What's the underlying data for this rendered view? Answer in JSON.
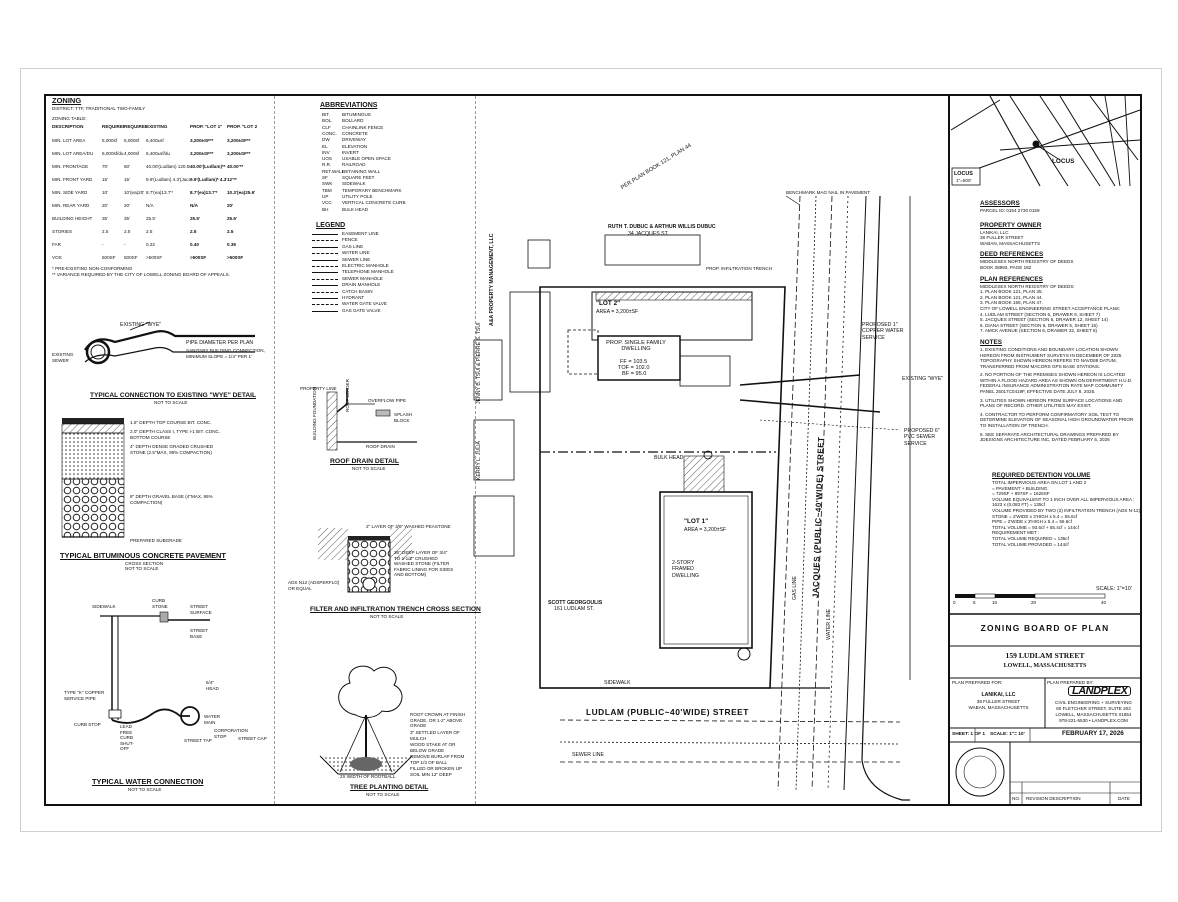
{
  "zoning": {
    "title": "ZONING",
    "district": "DISTRICT: TTF, TRADITIONAL TWO-FAMILY",
    "table_label": "ZONING TABLE:",
    "headers": [
      "DESCRIPTION",
      "REQUIRED 1-2 FAMILY",
      "REQUIRED ALL OTHER",
      "EXISTING",
      "PROP. \"LOT 1\"",
      "PROP. \"LOT 2\""
    ],
    "rows": [
      [
        "MIN. LOT AREA",
        "6,000sf",
        "6,000sf",
        "6,400±sf",
        "3,200±SF**",
        "3,200±SF**"
      ],
      [
        "MIN. LOT AREA/DU",
        "6,000sf/du",
        "4,000sf",
        "6,400±sf/du",
        "3,200±SF**",
        "3,200±SF**"
      ],
      [
        "MIN. FRONTAGE",
        "70'",
        "60'",
        "40.00'(Ludlam) 120.00'(Jacques)",
        "40.00'(Ludlam)** 80.00'(Jacques)",
        "40.00'**"
      ],
      [
        "MIN. FRONT YARD",
        "15'",
        "15'",
        "9.9'(Ludlam) 4.3'(Jacques)",
        "9.9'(Ludlam)* 4.3'(Jacques)*",
        "12'**"
      ],
      [
        "MIN. SIDE YARD",
        "10'",
        "10'(ea)20'",
        "8.7'(ea)13.7'*",
        "8.7'(ea)13.7'*",
        "10.3'(ea)25.6'"
      ],
      [
        "MIN. REAR YARD",
        "20'",
        "20'",
        "N/A",
        "N/A",
        "20'"
      ],
      [
        "BUILDING HEIGHT",
        "35'",
        "35'",
        "25.5'",
        "25.5'",
        "25.6'"
      ],
      [
        "STORIES",
        "2.5",
        "2.5",
        "2.5",
        "2.5",
        "2.5"
      ],
      [
        "FAR",
        "-",
        "-",
        "0.22",
        "0.40",
        "0.39"
      ],
      [
        "VOS",
        "500SF",
        "500SF",
        ">500SF",
        ">500SF",
        ">500SF"
      ]
    ],
    "footnotes": [
      "* PRE-EXISTING NON-CONFORMING",
      "** VARIANCE REQUIRED BY THE CITY OF LOWELL ZONING BOARD OF APPEALS."
    ]
  },
  "abbreviations": {
    "title": "ABBREVIATIONS",
    "items": [
      [
        "BIT.",
        "BITUMINOUS"
      ],
      [
        "BOL.",
        "BOLLARD"
      ],
      [
        "CLF",
        "CHAINLINK FENCE"
      ],
      [
        "CONC.",
        "CONCRETE"
      ],
      [
        "DW",
        "DRIVEWAY"
      ],
      [
        "EL",
        "ELEVATION"
      ],
      [
        "INV",
        "INVERT"
      ],
      [
        "UOS",
        "USABLE OPEN SPACE"
      ],
      [
        "R.R.",
        "RAILROAD"
      ],
      [
        "RET.WALL",
        "RETAINING WALL"
      ],
      [
        "SF",
        "SQUARE FEET"
      ],
      [
        "SWK",
        "SIDEWALK"
      ],
      [
        "TBM",
        "TEMPORARY BENCHMARK"
      ],
      [
        "UP",
        "UTILITY POLE"
      ],
      [
        "VCC",
        "VERTICAL CONCRETE CURB"
      ],
      [
        "BH",
        "BULK HEAD"
      ]
    ]
  },
  "legend": {
    "title": "LEGEND",
    "items": [
      "EASEMENT LINE",
      "FENCE",
      "GAS LINE",
      "WATER LINE",
      "SEWER LINE",
      "ELECTRIC MANHOLE",
      "TELEPHONE MANHOLE",
      "SEWER MANHOLE",
      "DRAIN MANHOLE",
      "CATCH BASIN",
      "HYDRANT",
      "WATER GATE VALVE",
      "GAS GATE VALVE"
    ]
  },
  "details": {
    "wye_title": "TYPICAL CONNECTION TO EXISTING \"WYE\" DETAIL",
    "wye_scale": "NOT TO SCALE",
    "wye_existing": "EXISTING \"WYE\"",
    "wye_pipe": "PIPE DIAMETER PER PLAN",
    "wye_sanitary": "SANITARY BUILDING CONNECTION, MINIMUM SLOPE = 1/4\" PER 1'",
    "wye_sewer": "EXISTING SEWER",
    "pavement_title": "TYPICAL BITUMINOUS CONCRETE PAVEMENT",
    "pavement_scale1": "CROSS SECTION",
    "pavement_scale2": "NOT TO SCALE",
    "pavement_notes": [
      "1.5\" DEPTH TOP COURSE BIT. CONC.",
      "2.0\" DEPTH CLASS I, TYPE I-1 BIT. CONC. BOTTOM COURSE",
      "4\" DEPTH DENSE GRADED CRUSHED STONE (2.5\"MAX, 95% COMPACTION)",
      "8\" DEPTH GRAVEL BASE (4\"MAX, 95% COMPACTION)",
      "PREPARED SUBGRADE"
    ],
    "roof_title": "ROOF DRAIN DETAIL",
    "roof_scale": "NOT TO SCALE",
    "roof_labels": [
      "PROPERTY LINE",
      "OVERFLOW PIPE",
      "BUILDING FOUNDATION",
      "ROOF LEADER",
      "SPLASH BLOCK",
      "ROOF DRAIN"
    ],
    "filter_title": "FILTER AND INFILTRATION TRENCH CROSS SECTION",
    "filter_scale": "NOT TO SCALE",
    "filter_labels": [
      "2\" LAYER OF 3/8\" WASHED PEASTONE",
      "36\" DEEP LAYER OF 3/4\" TO 1-1/2\" CRUSHED WASHED STONE (FILTER FABRIC LINING FOR SIDES AND BOTTOM)",
      "ADS N12 (ADSPERFLO) OR EQUAL"
    ],
    "water_title": "TYPICAL WATER CONNECTION",
    "water_scale": "NOT TO SCALE",
    "water_labels": [
      "SIDEWALK",
      "CURB STONE",
      "STREET SURFACE",
      "STREET BASE",
      "WATER MAIN",
      "TYPE \"K\" COPPER SERVICE PIPE",
      "CORPORATION STOP",
      "STREET TAP",
      "CURB STOP",
      "LEAD FREE CURB SHUT-OFF",
      "STREET CAP",
      "5/4\" HEAD"
    ],
    "tree_title": "TREE PLANTING DETAIL",
    "tree_scale": "NOT TO SCALE",
    "tree_labels": [
      "ROOT CROWN AT FINISH GRADE, OR 1-2\" ABOVE GRADE",
      "3\" SETTLED LAYER OF MULCH",
      "WOOD STAKE AT OR BELOW GRADE",
      "REMOVE BURLAP FROM TOP 1/3 OF BALL",
      "FILLED OR BROKEN UP SOIL MIN 12\" DEEP",
      "2X WIDTH OF ROOTBALL"
    ]
  },
  "plan": {
    "street_jacques": "JACQUES (PUBLIC~40'WIDE) STREET",
    "street_ludlam": "LUDLAM (PUBLIC~40'WIDE) STREET",
    "lot2": "\"LOT 2\"",
    "lot2_area": "AREA = 3,200±SF",
    "lot1": "\"LOT 1\"",
    "lot1_area": "AREA = 3,200±SF",
    "dwelling": "PROP. SINGLE FAMILY DWELLING",
    "ff": "FF = 103.5",
    "tof": "TOF = 102.0",
    "bf": "BF = 95.0",
    "existing_dwelling": "2-STORY FRAMED DWELLING",
    "owner_north": "RUTH T. DUBUC & ARTHUR WILLIS DUBUC",
    "owner_north_addr": "34 JACQUES ST.",
    "owner_west": "A&A PROPERTY MANAGEMENT, LLC",
    "owner_south": "SCOTT GEORGOULIS",
    "owner_south_addr": "161 LUDLAM ST.",
    "owner_tsui": "JENNY B. TSUI & PIERRE S. TSUI",
    "owner_julia": "KERRY L. JULIA",
    "ref_plan": "PER PLAN BOOK 121, PLAN 44",
    "trench": "PROP. INFILTRATION TRENCH",
    "bulkhead": "BULK HEAD",
    "benchmark": "BENCHMARK MAG NAIL IN PAVEMENT",
    "proposed_sewer": "PROPOSED 6\" PVC SEWER SERVICE",
    "proposed_water": "PROPOSED 1\" COPPER WATER SERVICE",
    "existing_wye": "EXISTING \"WYE\"",
    "gas_line": "GAS LINE",
    "water_line": "WATER LINE",
    "sewer_line": "SEWER LINE",
    "sidewalk": "SIDEWALK"
  },
  "locus": {
    "label": "LOCUS",
    "corner": "LOCUS",
    "scale": "1\"=500'"
  },
  "assessors": {
    "title": "ASSESSORS",
    "text": "PARCEL ID: 0154 2730 0159"
  },
  "property_owner": {
    "title": "PROPERTY OWNER",
    "lines": [
      "LANIKAI, LLC",
      "38 FULLER STREET",
      "WABAN, MASSACHUSETTS"
    ]
  },
  "deed": {
    "title": "DEED REFERENCES",
    "lines": [
      "MIDDLESEX NORTH REGISTRY OF DEEDS",
      "BOOK 38993, PAGE 182"
    ]
  },
  "plan_refs": {
    "title": "PLAN REFERENCES",
    "lines": [
      "MIDDLESEX NORTH REGISTRY OF DEEDS:",
      "1. PLAN BOOK 121, PLAN 35.",
      "2. PLAN BOOK 121, PLAN 44.",
      "3. PLAN BOOK 159, PLAN 47.",
      "CITY OF LOWELL ENGINEERING STREET ACCEPTANCE PLANS:",
      "4. LUDLAM STREET (SECTION 6, DRAWER 9, SHEET 7)",
      "5. JACQUES STREET (SECTION 6, DRAWER 12, SHEET 14)",
      "6. DIANA STREET (SECTION 6, DRAWER 5, SHEET 15)",
      "7. AMCK AVENUE (SECTION 6, DRAWER 22, SHEET 8)"
    ]
  },
  "notes": {
    "title": "NOTES",
    "items": [
      "1. EXISTING CONDITIONS AND BOUNDARY LOCATION SHOWN HEREON FROM INSTRUMENT SURVEYS IN DECEMBER OF 2025. TOPOGRAPHY SHOWN HEREON REFERS TO NAVD88 DATUM, TRANSFERRED FROM MACORS GPS BASE STATIONS.",
      "2. NO PORTION OF THE PREMISES SHOWN HEREON IS LOCATED WITHIN A FLOOD HAZARD AREA AS SHOWN ON DEPARTMENT H.U.D. FEDERAL INSURANCE ADMINISTRATION RATE MAP COMMUNITY PANEL 25017C0419F, EFFECTIVE DATE JULY 8, 2025.",
      "3. UTILITIES SHOWN HEREON FROM SURFACE LOCATIONS AND PLANS OF RECORD. OTHER UTILITIES MAY EXIST.",
      "4. CONTRACTOR TO PERFORM CONFIRMATORY SOIL TEST TO DETERMINE ELEVATION OF SEASONAL HIGH GROUNDWATER PRIOR TO INSTALLATION OF TRENCH.",
      "5. SEE SEPARATE ARCHITECTURAL DRAWINGS PREPARED BY JDESIGNS ARCHITECTURE INC, DATED FEBRUARY 5, 2026"
    ]
  },
  "detention": {
    "title": "REQUIRED DETENTION VOLUME",
    "lines": [
      "TOTAL IMPERVIOUS AREA ON LOT 1 AND 2",
      "= PAVEMENT + BUILDING",
      "= 729SF + 897SF = 1626SF",
      "VOLUME EQUIVALENT TO 1 INCH OVER ALL IMPERVIOUS AREA :",
      "1623 x (0.083 FT) = 135cf",
      "VOLUME PROVIDED BY TWO (2) INFILTRATION TRENCH (ADS N-12):",
      "STONE = 2'WIDE x 3'HIGH x 5.4 = 55.6cf",
      "PIPE = 2'WIDE x 3'HIGH x 5.4 = 55.6cf",
      "TOTAL VOLUME = 93.6cf + 55.4cf = 144cf",
      "REQUIREMENT MET :",
      "TOTAL VOLUME REQUIRED = 135cf",
      "TOTAL VOLUME PROVIDED = 144cf"
    ]
  },
  "scale_bar": {
    "label": "SCALE: 1\"=10'",
    "ticks": [
      "0",
      "5",
      "10",
      "20",
      "40"
    ]
  },
  "title_block": {
    "board": "ZONING BOARD OF PLAN",
    "address1": "159 LUDLAM STREET",
    "address2": "LOWELL, MASSACHUSETTS",
    "prepared_for_label": "PLAN PREPARED FOR:",
    "prepared_for": [
      "LANIKAI, LLC",
      "38 FULLER STREET",
      "WABAN, MASSACHUSETTS"
    ],
    "prepared_by_label": "PLAN PREPARED BY:",
    "firm": "LANDPLEX",
    "firm_lines": [
      "CIVIL ENGINEERING + SURVEYING",
      "60 FLETCHER STREET, SUITE 202",
      "LOWELL, MASSACHUSETTS 01854",
      "978-221-5530 • LANDPLEX.COM"
    ],
    "sheet": "SHEET: 1 OF 1",
    "scale": "SCALE: 1\"= 10'",
    "date": "FEBRUARY 17, 2026",
    "rev_no": "NO.",
    "rev_desc": "REVISION DESCRIPTION",
    "rev_date": "DATE"
  }
}
